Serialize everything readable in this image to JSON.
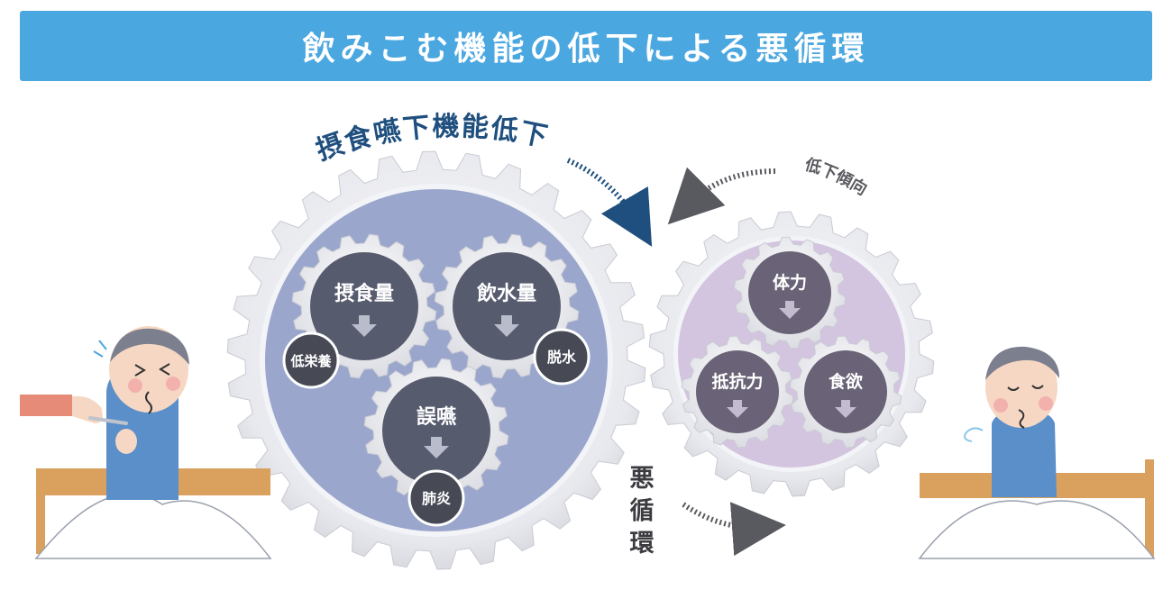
{
  "title": "飲みこむ機能の低下による悪循環",
  "main_arc_label": "摂食嚥下機能低下",
  "secondary_arc_label": "低下傾向",
  "cycle_label": [
    "悪",
    "循",
    "環"
  ],
  "left_gears": [
    {
      "label": "摂食量",
      "badge": "低栄養"
    },
    {
      "label": "飲水量",
      "badge": "脱水"
    },
    {
      "label": "誤嚥",
      "badge": "肺炎"
    }
  ],
  "right_gears": [
    {
      "label": "体力"
    },
    {
      "label": "抵抗力"
    },
    {
      "label": "食欲"
    }
  ],
  "colors": {
    "banner": "#4aa7e0",
    "left_gear_fill": "#9aa6cc",
    "right_gear_fill": "#d3c5df",
    "inner_gear": "#575b6e",
    "right_inner_gear": "#6a6377",
    "badge": "#474a55",
    "dark_blue_text": "#1f4f7e"
  }
}
